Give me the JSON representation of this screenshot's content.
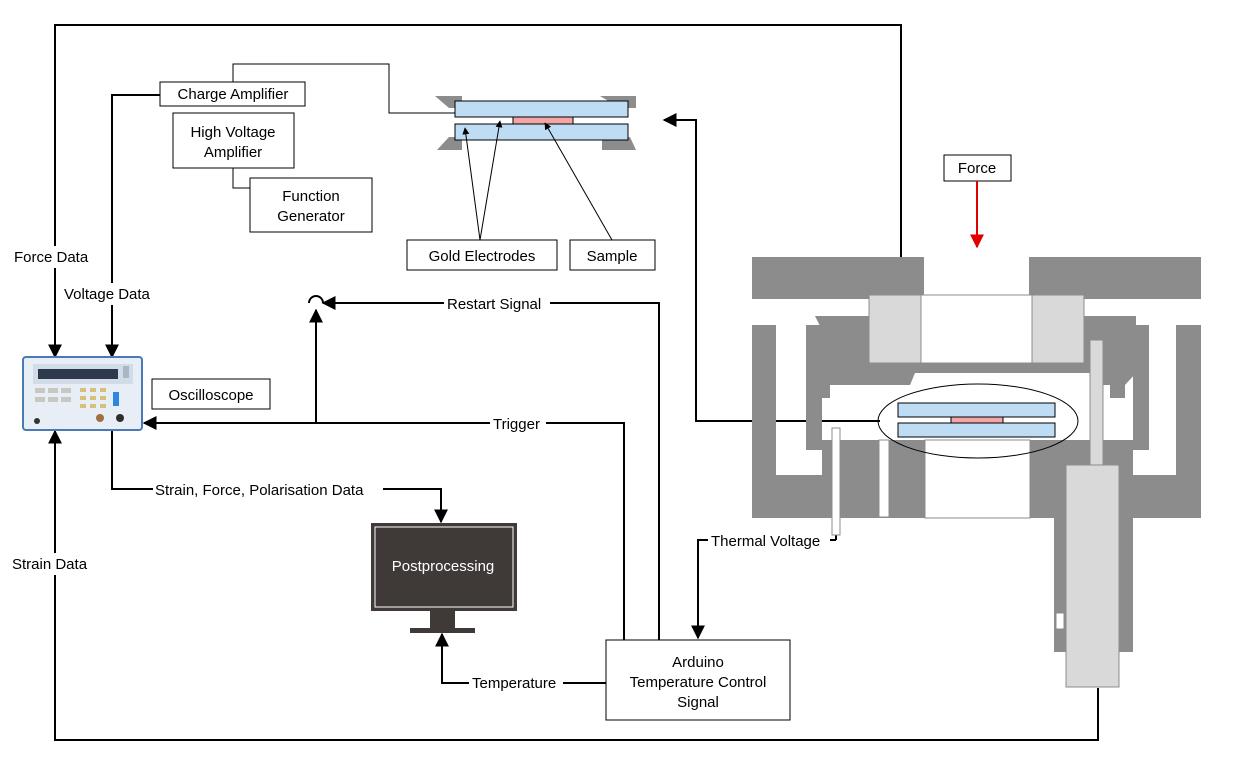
{
  "labels": {
    "charge_amplifier": "Charge Amplifier",
    "hv_amplifier_line1": "High Voltage",
    "hv_amplifier_line2": "Amplifier",
    "function_gen_line1": "Function",
    "function_gen_line2": "Generator",
    "gold_electrodes": "Gold Electrodes",
    "sample": "Sample",
    "force": "Force",
    "oscilloscope": "Oscilloscope",
    "postprocessing": "Postprocessing",
    "arduino_line1": "Arduino",
    "arduino_line2": "Temperature Control",
    "arduino_line3": "Signal"
  },
  "signals": {
    "force_data": "Force Data",
    "voltage_data": "Voltage Data",
    "strain_data": "Strain Data",
    "restart_signal": "Restart Signal",
    "trigger": "Trigger",
    "strain_force_polarisation": "Strain, Force, Polarisation Data",
    "thermal_voltage": "Thermal Voltage",
    "temperature": "Temperature"
  },
  "colors": {
    "electrode_blue": "#bfdcf5",
    "sample_pink": "#f4a6a6",
    "frame_gray": "#8c8c8c",
    "light_gray": "#d9d9d9",
    "force_arrow": "#e00000",
    "monitor_screen": "#3f3a38"
  }
}
